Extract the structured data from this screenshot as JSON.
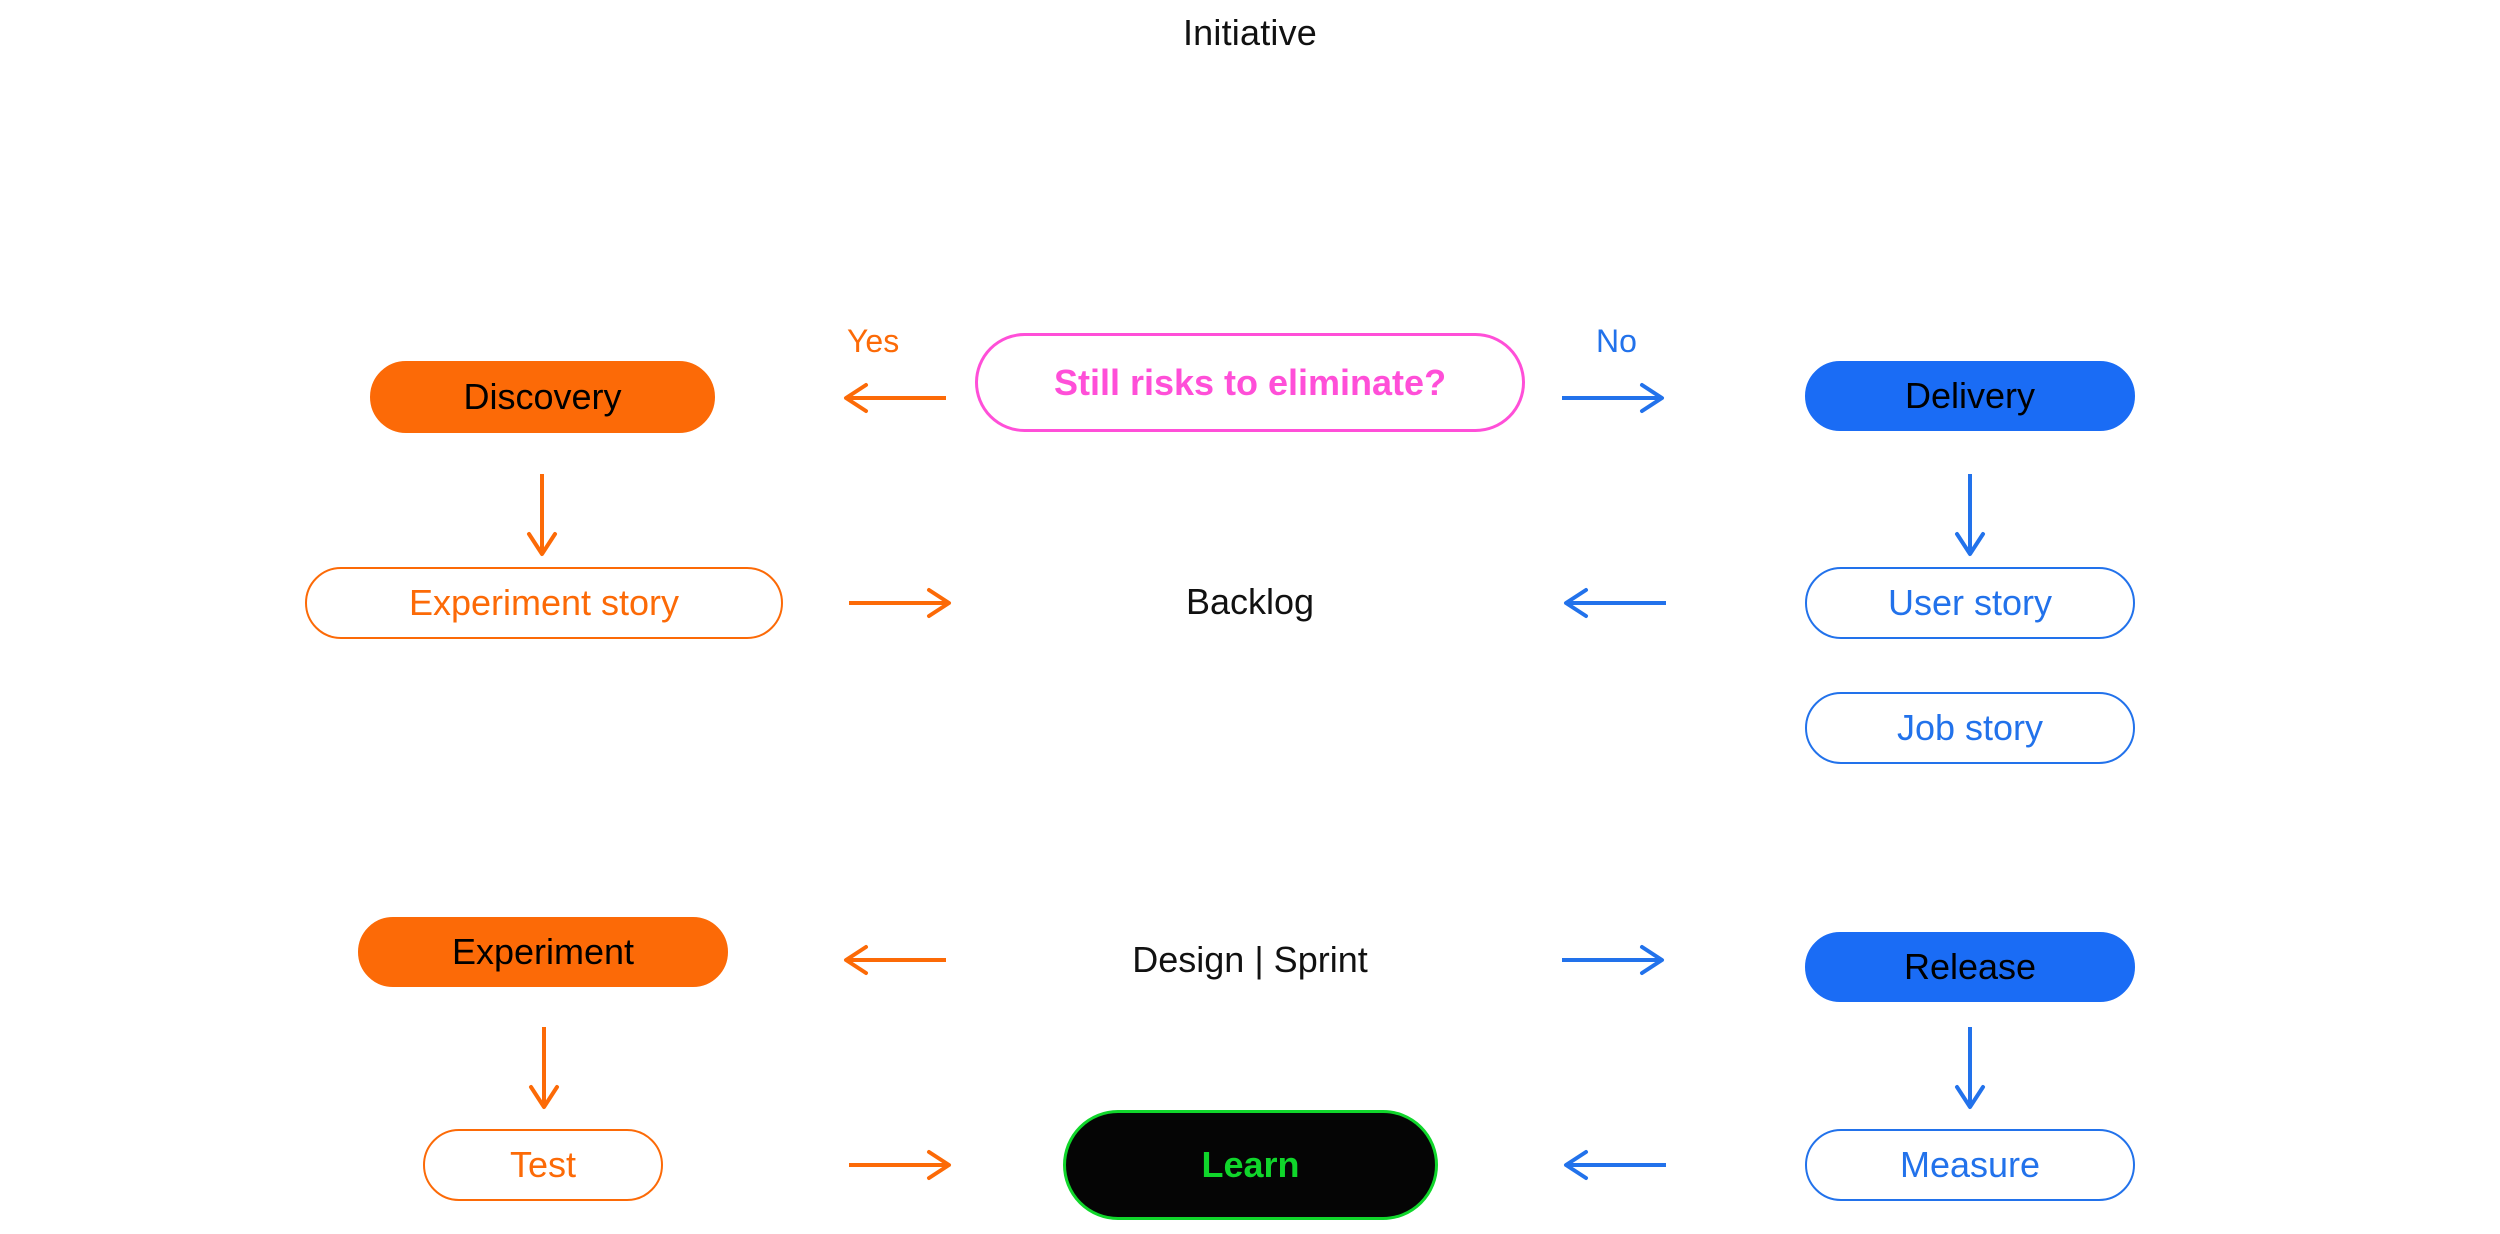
{
  "diagram": {
    "title": "Initiative",
    "colors": {
      "orange": "#FC6A07",
      "blue": "#1A6CF5",
      "blue_outline": "#2272EB",
      "pink": "#FF4FD8",
      "green": "#10D62B",
      "black": "#050505",
      "text_dark": "#111111",
      "background": "#ffffff"
    },
    "nodes": {
      "discovery": "Discovery",
      "decision": "Still risks to eliminate?",
      "delivery": "Delivery",
      "experiment_story": "Experiment story",
      "backlog": "Backlog",
      "user_story": "User story",
      "job_story": "Job story",
      "experiment": "Experiment",
      "design_sprint": "Design | Sprint",
      "release": "Release",
      "test": "Test",
      "learn": "Learn",
      "measure": "Measure"
    },
    "edge_labels": {
      "yes": "Yes",
      "no": "No"
    },
    "arrows": [
      {
        "name": "decision-to-discovery",
        "direction": "left",
        "color": "#FC6A07"
      },
      {
        "name": "decision-to-delivery",
        "direction": "right",
        "color": "#2272EB"
      },
      {
        "name": "discovery-to-experiment-story",
        "direction": "down",
        "color": "#FC6A07"
      },
      {
        "name": "delivery-to-user-story",
        "direction": "down",
        "color": "#2272EB"
      },
      {
        "name": "experiment-story-to-backlog",
        "direction": "right",
        "color": "#FC6A07"
      },
      {
        "name": "user-story-to-backlog",
        "direction": "left",
        "color": "#2272EB"
      },
      {
        "name": "design-sprint-to-experiment",
        "direction": "left",
        "color": "#FC6A07"
      },
      {
        "name": "design-sprint-to-release",
        "direction": "right",
        "color": "#2272EB"
      },
      {
        "name": "experiment-to-test",
        "direction": "down",
        "color": "#FC6A07"
      },
      {
        "name": "release-to-measure",
        "direction": "down",
        "color": "#2272EB"
      },
      {
        "name": "test-to-learn",
        "direction": "right",
        "color": "#FC6A07"
      },
      {
        "name": "measure-to-learn",
        "direction": "left",
        "color": "#2272EB"
      }
    ]
  }
}
